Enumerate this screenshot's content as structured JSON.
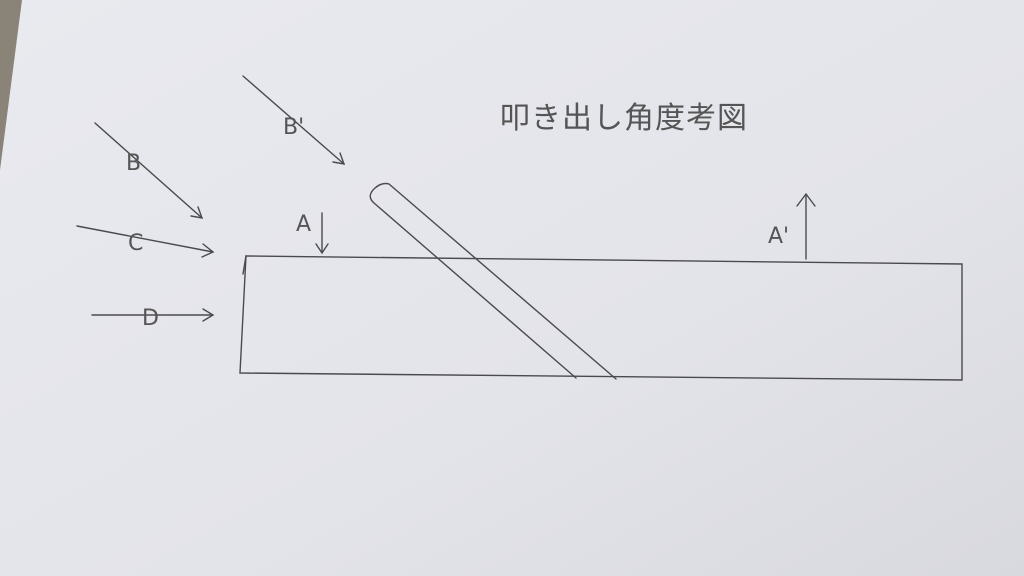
{
  "title": "叩き出し角度考図",
  "labels": {
    "A": "A",
    "A_prime": "A'",
    "B": "B",
    "B_prime": "B'",
    "C": "C",
    "D": "D"
  },
  "colors": {
    "background": "#8a8478",
    "paper": "#e6e7ec",
    "pencil": "#4a4a4e"
  }
}
